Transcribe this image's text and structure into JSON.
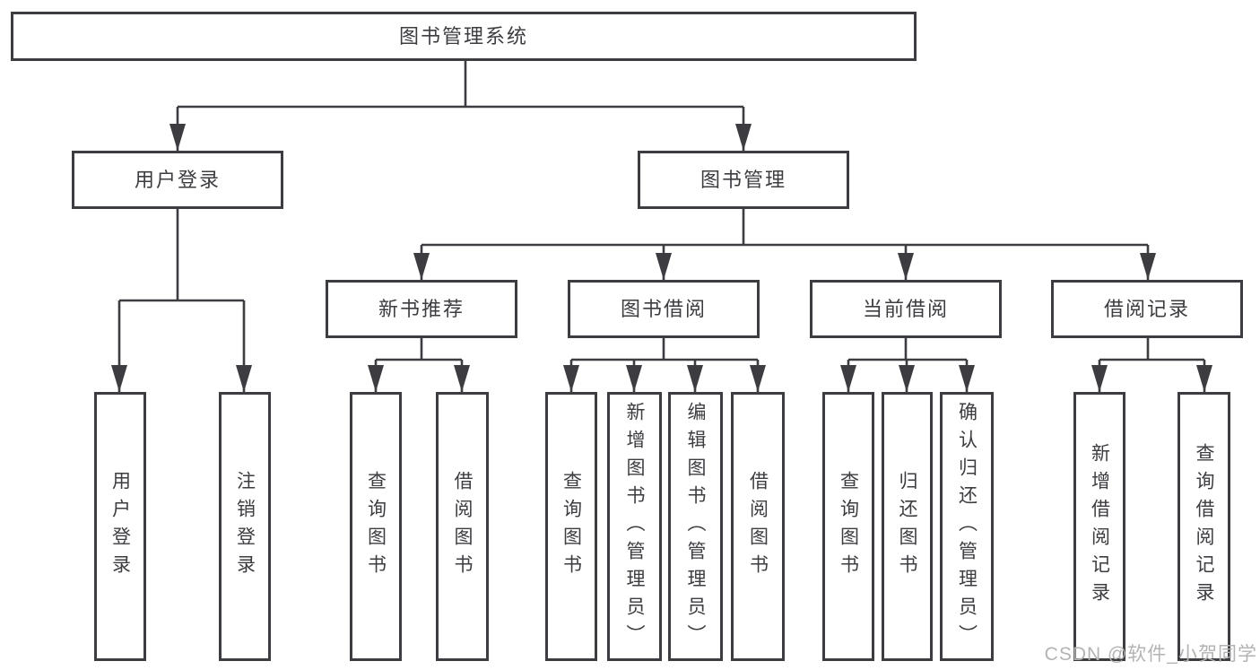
{
  "tree": {
    "root": {
      "label": "图书管理系统"
    },
    "level2": [
      {
        "label": "用户登录"
      },
      {
        "label": "图书管理"
      }
    ],
    "level3": [
      {
        "label": "新书推荐",
        "parent": "图书管理"
      },
      {
        "label": "图书借阅",
        "parent": "图书管理"
      },
      {
        "label": "当前借阅",
        "parent": "图书管理"
      },
      {
        "label": "借阅记录",
        "parent": "图书管理"
      }
    ],
    "leaves": [
      {
        "label": "用户登录",
        "parent": "用户登录"
      },
      {
        "label": "注销登录",
        "parent": "用户登录"
      },
      {
        "label": "查询图书",
        "parent": "新书推荐"
      },
      {
        "label": "借阅图书",
        "parent": "新书推荐"
      },
      {
        "label": "查询图书",
        "parent": "图书借阅"
      },
      {
        "label": "新增图书（管理员）",
        "parent": "图书借阅"
      },
      {
        "label": "编辑图书（管理员）",
        "parent": "图书借阅"
      },
      {
        "label": "借阅图书",
        "parent": "图书借阅"
      },
      {
        "label": "查询图书",
        "parent": "当前借阅"
      },
      {
        "label": "归还图书",
        "parent": "当前借阅"
      },
      {
        "label": "确认归还（管理员）",
        "parent": "当前借阅"
      },
      {
        "label": "新增借阅记录",
        "parent": "借阅记录"
      },
      {
        "label": "查询借阅记录",
        "parent": "借阅记录"
      }
    ]
  },
  "watermark": "CSDN @软件_小贺同学",
  "colors": {
    "line": "#3c3c41",
    "text": "#3c3c41",
    "watermark": "#b3b3b3",
    "background": "#ffffff"
  }
}
